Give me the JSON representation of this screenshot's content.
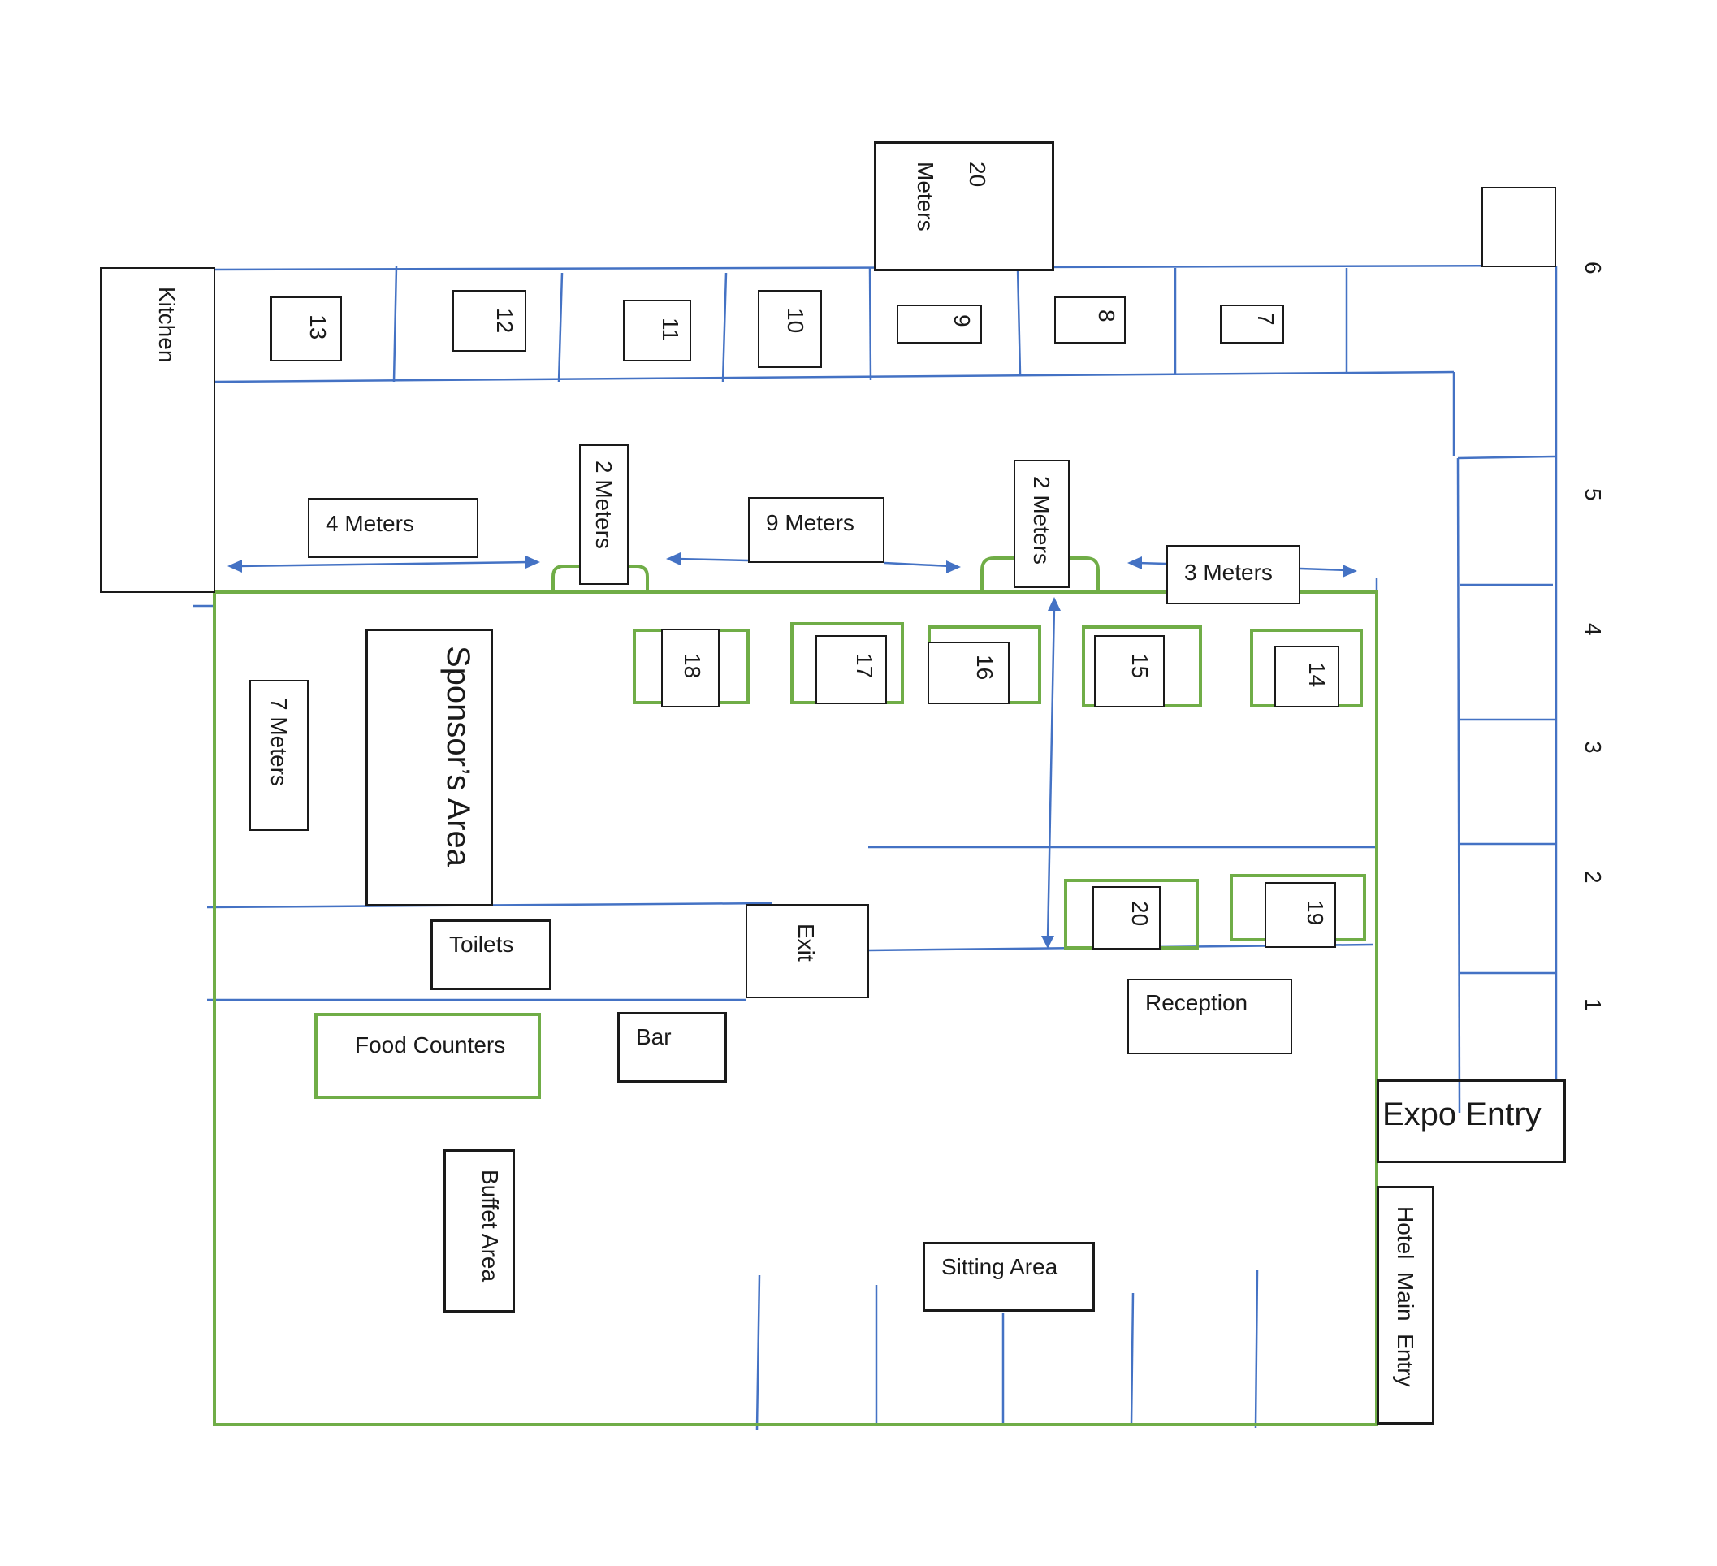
{
  "colors": {
    "wall": "#4472C4",
    "zone": "#70AD47",
    "outline": "#1a1a1a"
  },
  "areas": {
    "kitchen": "Kitchen",
    "top_dimension": "20\nMeters",
    "sponsor": "Sponsor’s Area",
    "toilets": "Toilets",
    "exit": "Exit",
    "food_counters": "Food Counters",
    "bar": "Bar",
    "reception": "Reception",
    "buffet": "Buffet Area",
    "sitting": "Sitting Area",
    "expo_entry": "Expo Entry",
    "hotel_entry": "Hotel  Main  Entry"
  },
  "dimensions": {
    "four_m": "4 Meters",
    "two_m_a": "2 Meters",
    "nine_m": "9 Meters",
    "two_m_b": "2 Meters",
    "three_m": "3 Meters",
    "seven_m": "7 Meters",
    "twenty_a": "20",
    "twenty_b": "Meters"
  },
  "booths_top": [
    "13",
    "12",
    "11",
    "10",
    "9",
    "8",
    "7"
  ],
  "booths_inner": [
    "18",
    "17",
    "16",
    "15",
    "14",
    "20",
    "19"
  ],
  "right_column_numbers": [
    "6",
    "5",
    "4",
    "3",
    "2",
    "1"
  ]
}
